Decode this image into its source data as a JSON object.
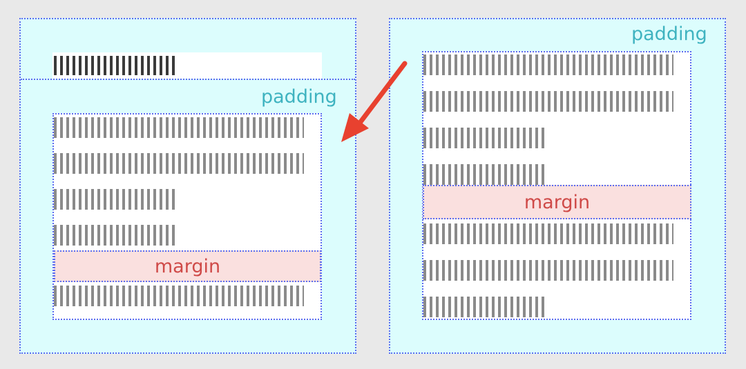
{
  "left_panel": {
    "padding_label": "padding",
    "margin_label": "margin"
  },
  "right_panel": {
    "padding_label": "padding",
    "margin_label": "margin"
  },
  "colors": {
    "background": "#e9e9e9",
    "padding_fill": "#dcfdfd",
    "margin_fill": "#fae0df",
    "margin_text": "#cf4a48",
    "padding_text": "#3fb3c0",
    "dotted_border": "#5a6cf0",
    "arrow": "#e8412f"
  }
}
